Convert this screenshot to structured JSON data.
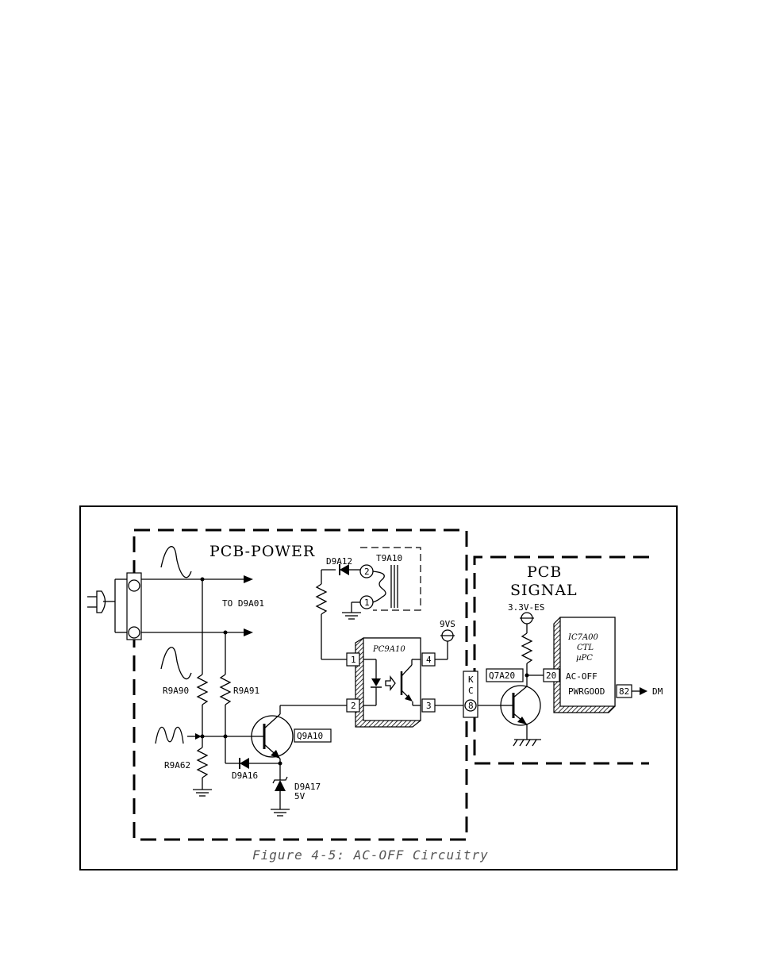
{
  "title_power": "PCB-POWER",
  "title_signal_1": "PCB",
  "title_signal_2": "SIGNAL",
  "caption": "Figure 4-5:   AC-OFF Circuitry",
  "labels": {
    "to_d9a01": "TO D9A01",
    "r9a90": "R9A90",
    "r9a91": "R9A91",
    "r9a62": "R9A62",
    "q9a10": "Q9A10",
    "d9a16": "D9A16",
    "d9a17": "D9A17",
    "v5": "5V",
    "d9a12": "D9A12",
    "t9a10": "T9A10",
    "t_pin2": "2",
    "t_pin1": "1",
    "pc9a10": "PC9A10",
    "pc_pin1": "1",
    "pc_pin2": "2",
    "pc_pin3": "3",
    "pc_pin4": "4",
    "v9vs": "9VS",
    "conn_k": "K",
    "conn_c": "C",
    "conn_8": "8",
    "q7a20": "Q7A20",
    "v33": "3.3V-ES",
    "ic_name": "IC7A00",
    "ic_ctl": "CTL",
    "ic_upc": "µPC",
    "pin20": "20",
    "ac_off": "AC-OFF",
    "pwrgood": "PWRGOOD",
    "pin82": "82",
    "dm": "DM"
  }
}
